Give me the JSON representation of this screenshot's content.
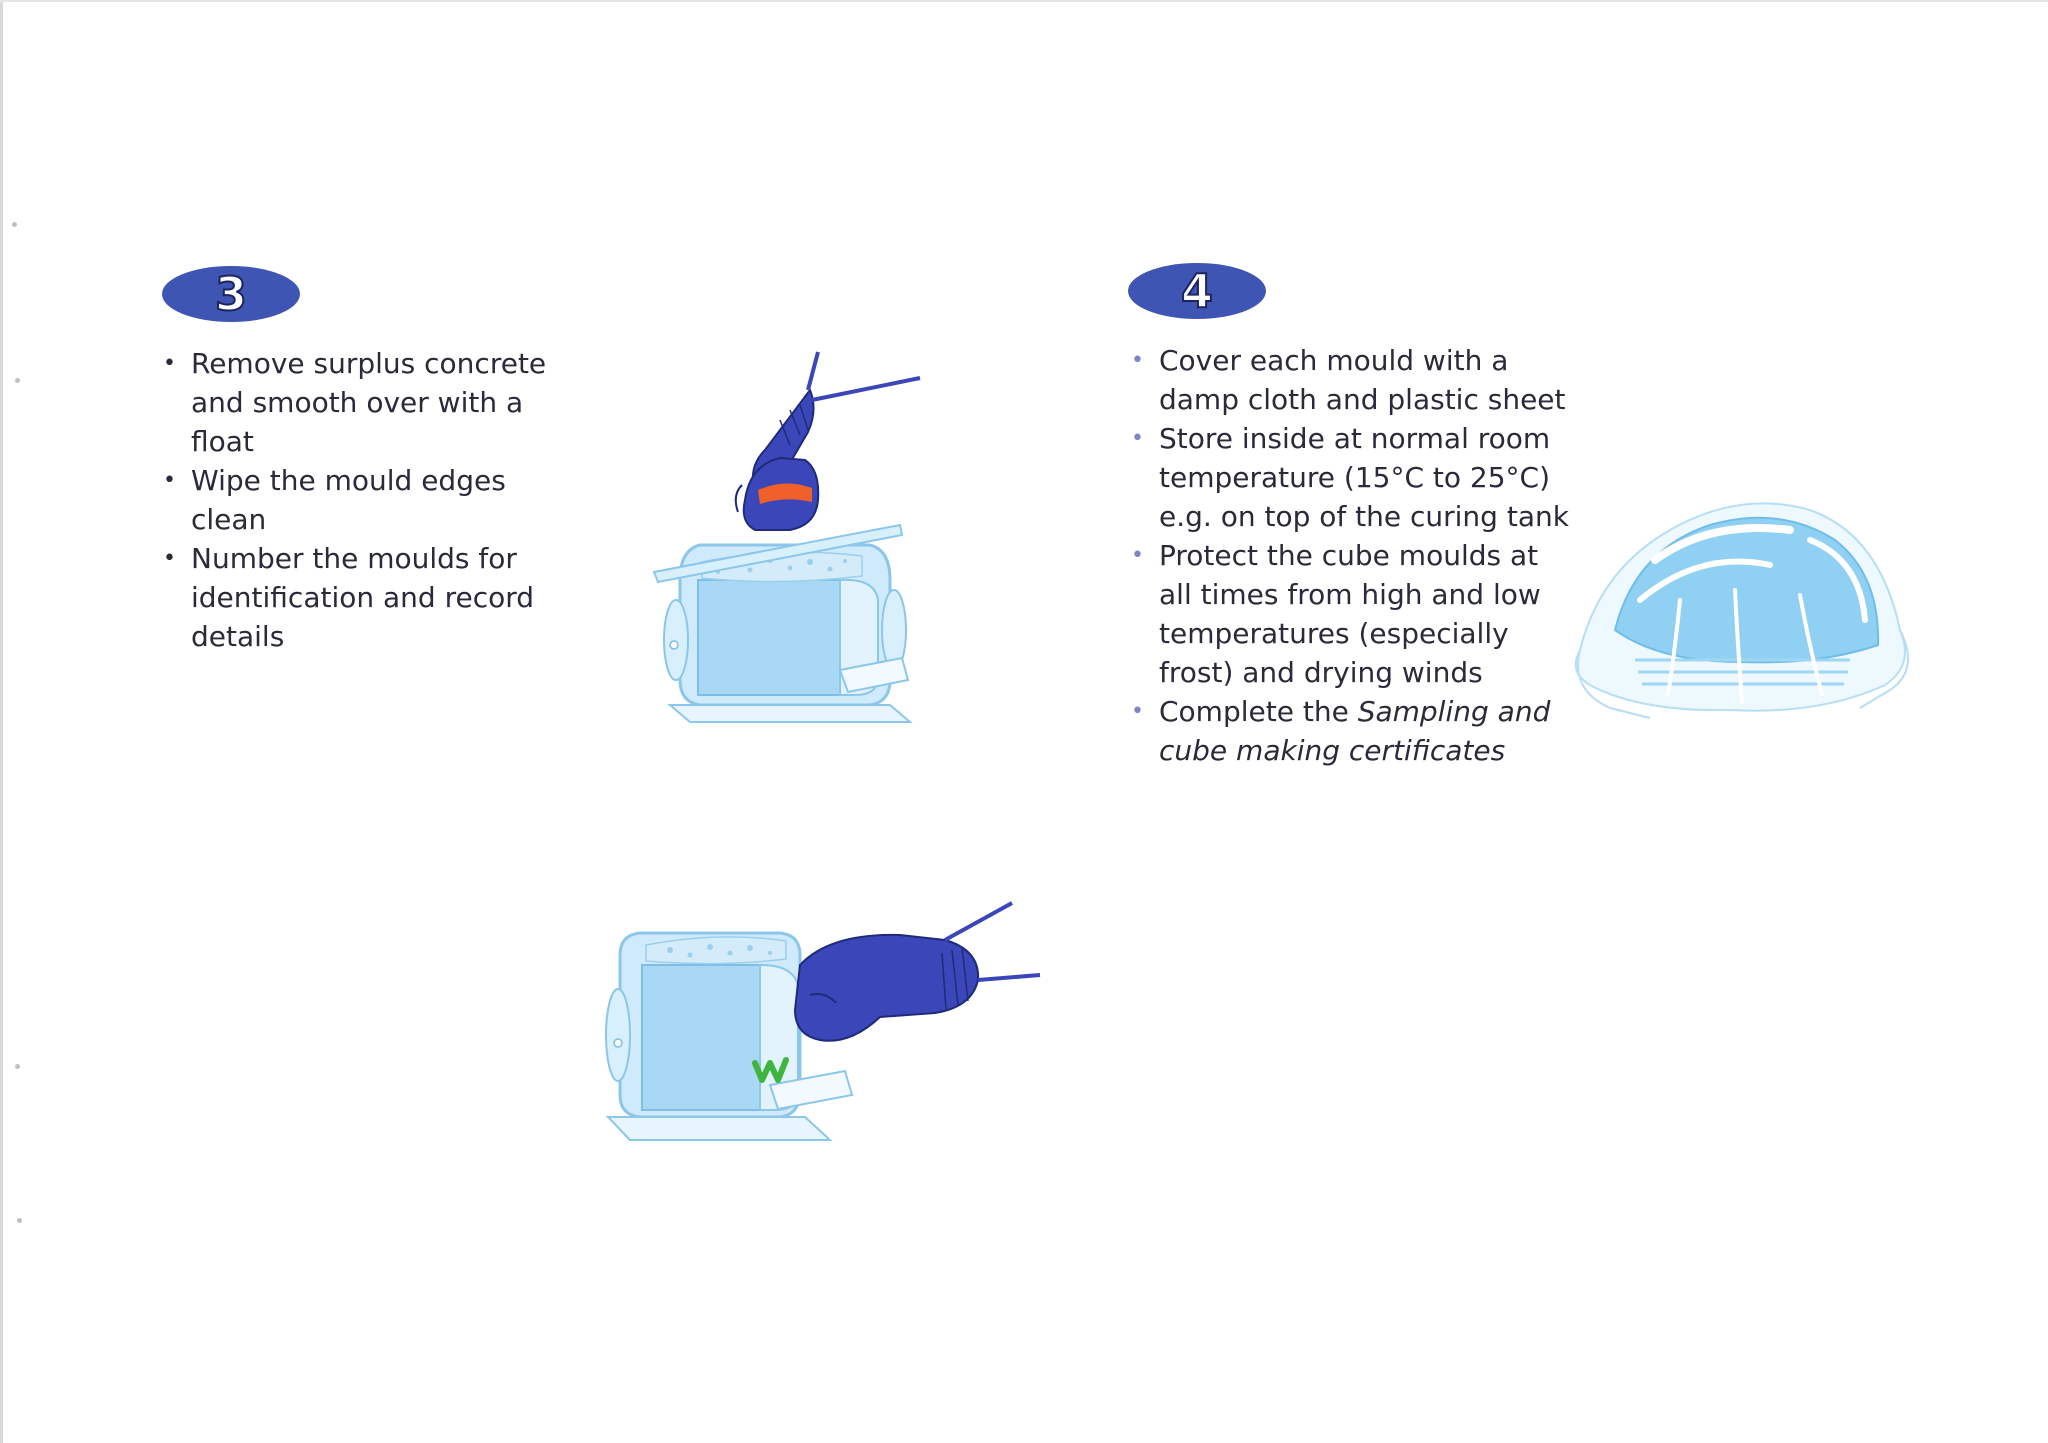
{
  "step3": {
    "number": "3",
    "items": [
      "Remove surplus concrete and smooth over with a float",
      "Wipe the mould edges clean",
      "Number the moulds for identification and record details"
    ]
  },
  "step4": {
    "number": "4",
    "items": [
      "Cover each mould with a damp cloth and plastic sheet",
      "Store inside at normal room temperature (15°C to 25°C) e.g. on top of the curing tank",
      "Protect the cube moulds at all times from high and low temperatures (especially frost) and drying winds"
    ],
    "last_item_prefix": "Complete the ",
    "last_item_italic": "Sampling and cube making certificates"
  },
  "illustrations": {
    "float": "gloved-hand-with-float-icon",
    "numbering": "gloved-hand-numbering-mould-icon",
    "covered": "covered-cube-mould-icon"
  },
  "colors": {
    "badge": "#3f55b4",
    "glove": "#3b47b8",
    "mould": "#a9d8f5",
    "text": "#2a2a3a",
    "marker": "#3fb43f",
    "grip": "#f0602a"
  }
}
